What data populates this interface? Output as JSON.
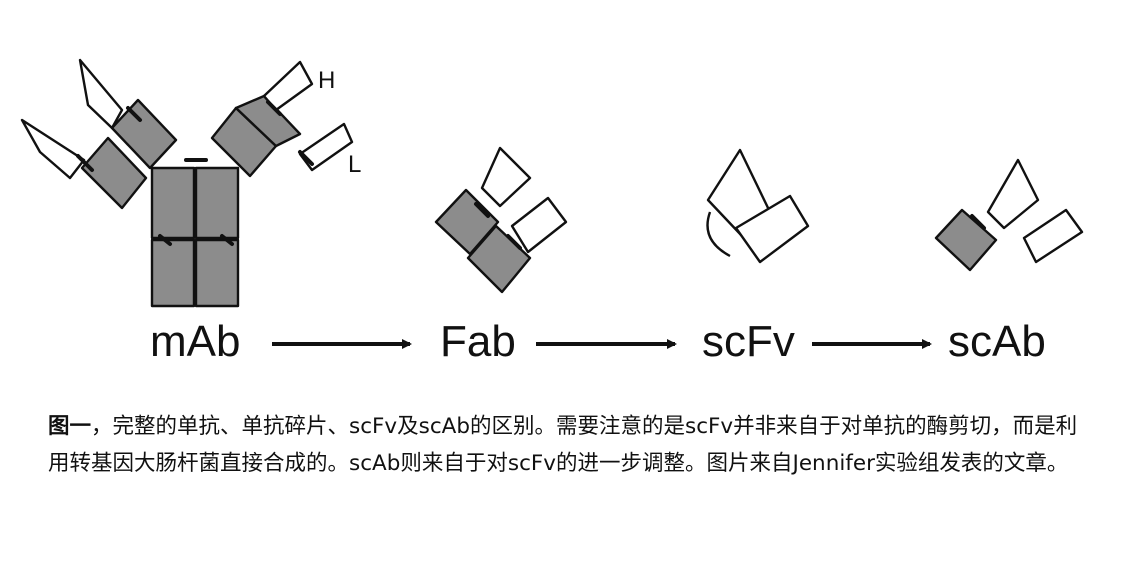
{
  "figure": {
    "labels": {
      "heavy_chain": "H",
      "light_chain": "L",
      "mab": "mAb",
      "fab": "Fab",
      "scfv": "scFv",
      "scab": "scAb"
    }
  },
  "caption": {
    "lead": "图一",
    "body": "，完整的单抗、单抗碎片、scFv及scAb的区别。需要注意的是scFv并非来自于对单抗的酶剪切，而是利用转基因大肠杆菌直接合成的。scAb则来自于对scFv的进一步调整。图片来自Jennifer实验组发表的文章。"
  }
}
